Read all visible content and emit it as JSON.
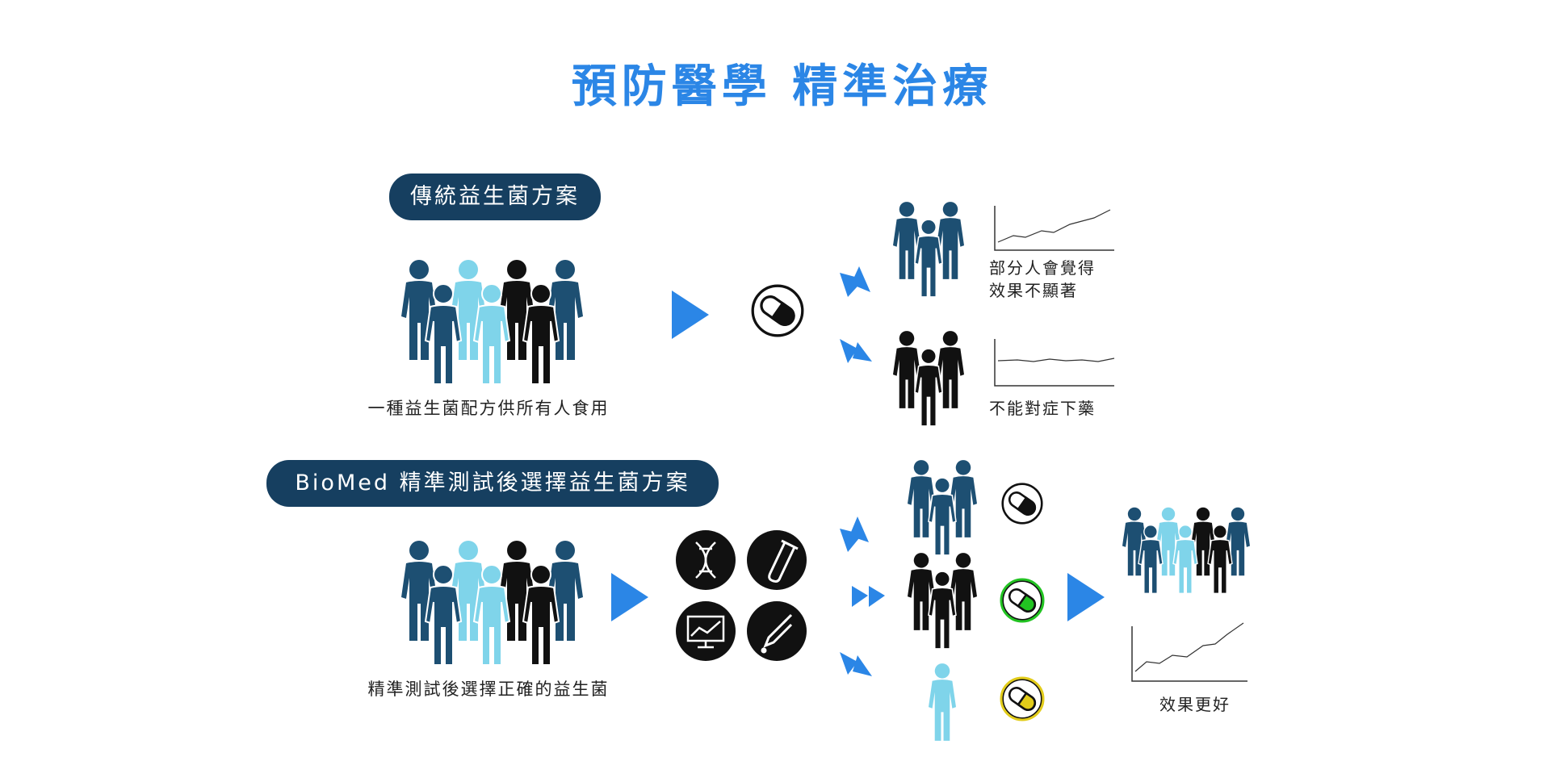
{
  "title": "預防醫學 精準治療",
  "traditional": {
    "label": "傳統益生菌方案",
    "caption": "一種益生菌配方供所有人食用",
    "outcome_some": "部分人會覺得\n效果不顯著",
    "outcome_none": "不能對症下藥"
  },
  "biomed": {
    "label": "BioMed 精準測試後選擇益生菌方案",
    "caption": "精準測試後選擇正確的益生菌",
    "result": "效果更好"
  },
  "colors": {
    "title": "#2b86e6",
    "pill": "#163f60",
    "arrow": "#2b86e6",
    "person_dark_blue": "#1d4f72",
    "person_light_blue": "#7fd4ea",
    "person_black": "#111111",
    "capsule_green": "#22c322",
    "capsule_yellow": "#e2cc1a"
  },
  "icons": [
    "dna-icon",
    "test-tube-icon",
    "monitor-chart-icon",
    "dropper-icon",
    "capsule-icon",
    "person-icon",
    "play-arrow-icon"
  ]
}
